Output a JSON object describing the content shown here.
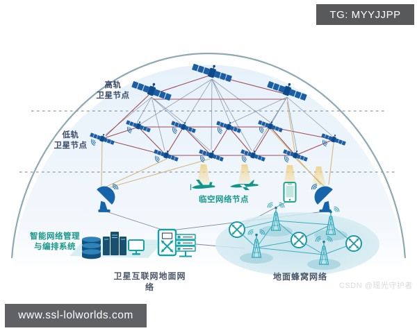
{
  "overlays": {
    "tg_label": "TG: MYYJJPP",
    "url_label": "www.ssl-lolworlds.com",
    "watermark": "CSDN @瑶光守护者"
  },
  "diagram": {
    "title_implied": "卫星互联网网络架构",
    "labels": {
      "high_orbit": "高轨\n卫星节点",
      "low_orbit": "低轨\n卫星节点",
      "near_space": "临空网络节点",
      "management": "智能网络管理\n与编排系统",
      "ground_network": "卫星互联网地面网络",
      "cellular_network": "地面蜂窝网络"
    },
    "node_counts": {
      "high_orbit_satellites": 3,
      "low_orbit_satellites": 10,
      "ground_station_dishes": 2,
      "aircraft": 2,
      "smartphones": 1,
      "cell_towers": 4,
      "cellular_routers": 3
    },
    "icon_names": [
      "satellite-icon",
      "ground-station-dish-icon",
      "propeller-aircraft-icon",
      "jet-aircraft-icon",
      "smartphone-icon",
      "database-icon",
      "server-tower-icon",
      "monitor-icon",
      "router-icon",
      "server-rack-icon",
      "cell-tower-icon",
      "router-node-icon"
    ],
    "colors": {
      "satellite_blue": "#1a5ea6",
      "satellite_dark": "#0d4a8a",
      "link_red": "#9e4b55",
      "link_gray": "#7e8ba0",
      "link_tan": "#d4ba7c",
      "teal_accent": "#18988c",
      "cell_teal": "#2aa7b8",
      "dome_stroke": "#7fa0ac",
      "dome_fill": "#e9f2fa",
      "overlay_gray": "#58595b",
      "label_navy": "#3a4a66"
    }
  }
}
